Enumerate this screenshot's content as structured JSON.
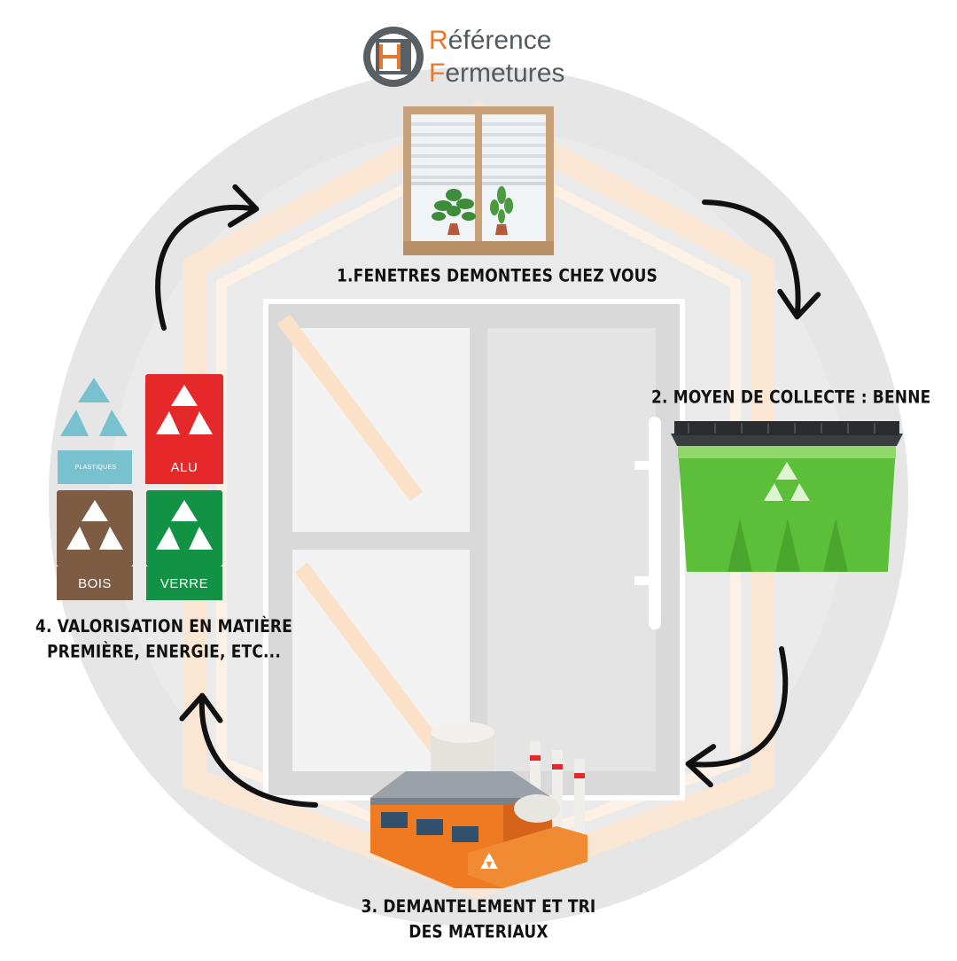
{
  "brand": {
    "name_line1": "Référence",
    "name_line2": "Fermetures",
    "colors": {
      "orange": "#e8772e",
      "grey": "#555a5e"
    }
  },
  "steps": [
    {
      "number": 1,
      "label": "1.FENETRES DEMONTEES CHEZ VOUS",
      "icon": "window-icon"
    },
    {
      "number": 2,
      "label": "2. MOYEN DE COLLECTE : BENNE",
      "icon": "dumpster-icon"
    },
    {
      "number": 3,
      "label_lines": [
        "3. DEMANTELEMENT ET TRI",
        "DES MATERIAUX"
      ],
      "icon": "factory-icon"
    },
    {
      "number": 4,
      "label_lines": [
        "4. VALORISATION EN MATIÈRE",
        "PREMIÈRE, ENERGIE, ETC..."
      ],
      "icon": "recycling-bins-icon"
    }
  ],
  "bins": [
    {
      "key": "plastiques",
      "label": "PLASTIQUES",
      "color": "#78c2cf"
    },
    {
      "key": "alu",
      "label": "ALU",
      "color": "#e5282a"
    },
    {
      "key": "bois",
      "label": "BOIS",
      "color": "#7d5c43"
    },
    {
      "key": "verre",
      "label": "VERRE",
      "color": "#129245"
    }
  ],
  "colors": {
    "background_circle": "#e3e3e3",
    "door_glass": "#f4f4f4",
    "frame_orange": "#fbe3cd",
    "arrow": "#111111",
    "dumpster_green": "#5bbf3a",
    "factory_orange": "#ef7a22"
  }
}
